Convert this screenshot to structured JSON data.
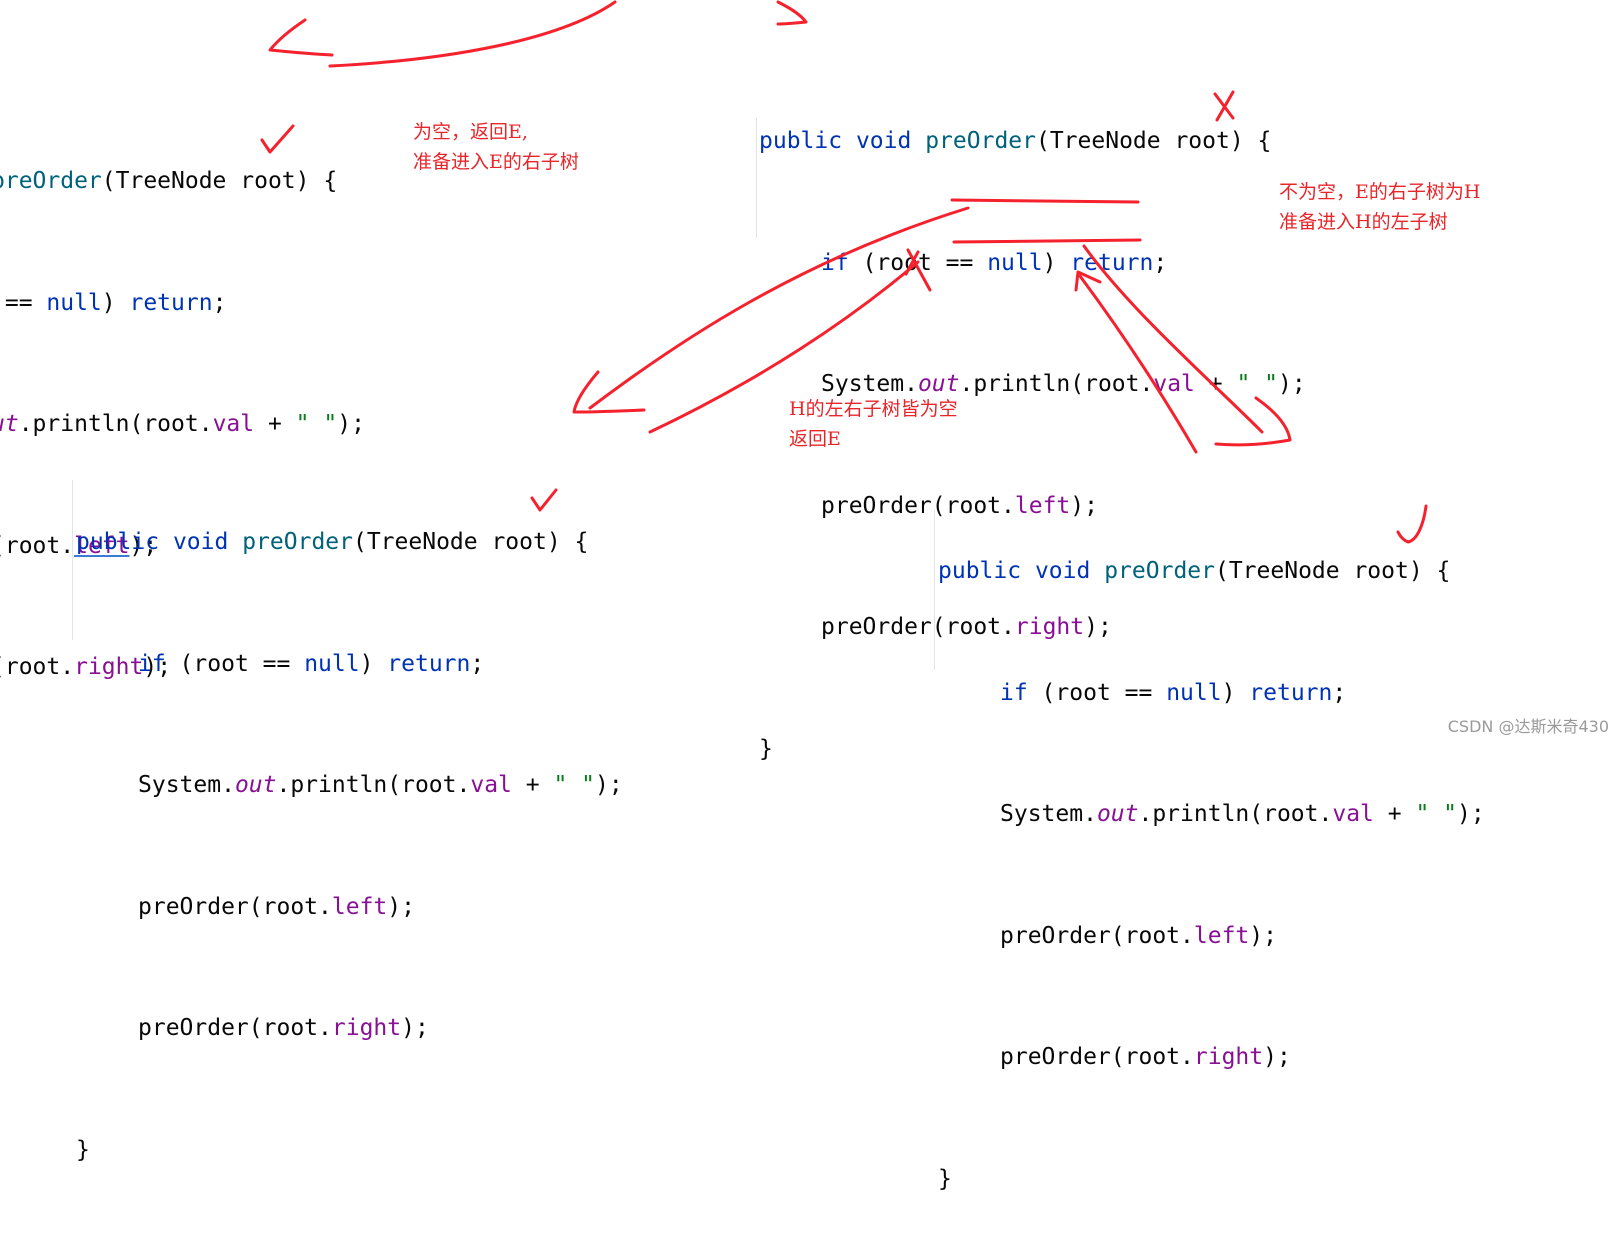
{
  "blocks": [
    {
      "sig": {
        "kw1": "public",
        "kw2": "void",
        "name": "preOrder",
        "params": "(TreeNode root) {"
      },
      "line1": {
        "kw_if": "if",
        "cond": " (root == ",
        "kw_null": "null",
        "close": ") ",
        "kw_ret": "return",
        "semi": ";"
      },
      "line2": {
        "cls": "System.",
        "out": "out",
        "call": ".println(root.",
        "val": "val",
        "plus": " + ",
        "str": "\" \"",
        "end": ");"
      },
      "line3": {
        "call": "preOrder(root.",
        "field": "left",
        "end": ");"
      },
      "line4": {
        "call": "preOrder(root.",
        "field": "right",
        "end": ");"
      },
      "close": "}"
    },
    {
      "sig": {
        "kw1": "public",
        "kw2": "void",
        "name": "preOrder",
        "params": "(TreeNode root) {"
      },
      "line1": {
        "kw_if": "if",
        "cond": " (root == ",
        "kw_null": "null",
        "close": ") ",
        "kw_ret": "return",
        "semi": ";"
      },
      "line2": {
        "cls": "System.",
        "out": "out",
        "call": ".println(root.",
        "val": "val",
        "plus": " + ",
        "str": "\" \"",
        "end": ");"
      },
      "line3": {
        "call": "preOrder(root.",
        "field": "left",
        "end": ");"
      },
      "line4": {
        "call": "preOrder(root.",
        "field": "right",
        "end": ");"
      },
      "close": "}"
    },
    {
      "sig": {
        "kw1": "public",
        "kw2": "void",
        "name": "preOrder",
        "params": "(TreeNode root) {"
      },
      "line1": {
        "kw_if": "if",
        "cond": " (root == ",
        "kw_null": "null",
        "close": ") ",
        "kw_ret": "return",
        "semi": ";"
      },
      "line2": {
        "cls": "System.",
        "out": "out",
        "call": ".println(root.",
        "val": "val",
        "plus": " + ",
        "str": "\" \"",
        "end": ");"
      },
      "line3": {
        "call": "preOrder(root.",
        "field": "left",
        "end": ");"
      },
      "line4": {
        "call": "preOrder(root.",
        "field": "right",
        "end": ");"
      },
      "close": "}"
    }
  ],
  "partial": {
    "sig_name": "preOrder",
    "sig_params": "(TreeNode root) {",
    "line1_cond": " == ",
    "line1_null": "null",
    "line1_close": ") ",
    "line1_ret": "return",
    "line1_semi": ";",
    "line2_out": "ut",
    "line2_call": ".println(root.",
    "line2_val": "val",
    "line2_plus": " + ",
    "line2_str": "\" \"",
    "line2_end": ");",
    "line3_open": "(root.",
    "line3_field": "left",
    "line3_end": ");",
    "line4_open": "(root.",
    "line4_field": "right",
    "line4_end": ");"
  },
  "annotations": {
    "top_left_line1": "为空，返回E,",
    "top_left_line2": "准备进入E的右子树",
    "top_right_line1": "不为空，E的右子树为H",
    "top_right_line2": "准备进入H的左子树",
    "middle_line1": "H的左右子树皆为空",
    "middle_line2": "返回E"
  },
  "watermark": "CSDN @达斯米奇430",
  "colors": {
    "keyword": "#0033b3",
    "method": "#00627a",
    "field": "#871094",
    "string": "#067d17",
    "annotation_red": "#e8262a"
  }
}
